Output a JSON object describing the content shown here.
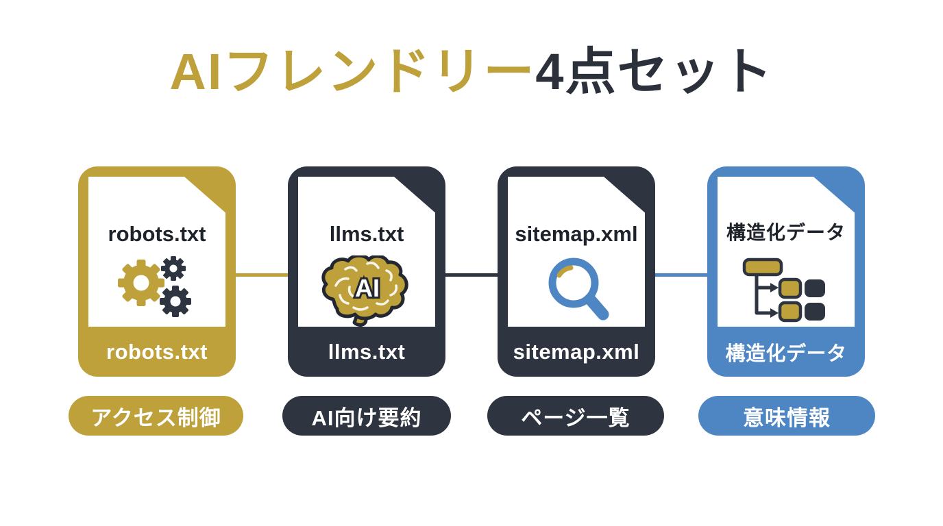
{
  "title": {
    "highlight": "AIフレンドリー",
    "rest": "4点セット"
  },
  "colors": {
    "gold": "#BEA13B",
    "dark": "#2F3540",
    "blue": "#4E86C4",
    "title_dark": "#2B303B",
    "header_text": "#1E232B",
    "label_text": "#FFFFFF",
    "background": "#FFFFFF"
  },
  "cards": [
    {
      "name": "robots-txt",
      "header": "robots.txt",
      "footer": "robots.txt",
      "theme": "gold",
      "icon": "gears-icon",
      "pill": {
        "label": "アクセス制御",
        "theme": "gold"
      }
    },
    {
      "name": "llms-txt",
      "header": "llms.txt",
      "footer": "llms.txt",
      "theme": "dark",
      "icon": "ai-brain-icon",
      "brain_label": "AI",
      "pill": {
        "label": "AI向け要約",
        "theme": "dark"
      }
    },
    {
      "name": "sitemap-xml",
      "header": "sitemap.xml",
      "footer": "sitemap.xml",
      "theme": "dark",
      "icon": "magnifier-icon",
      "pill": {
        "label": "ページ一覧",
        "theme": "dark"
      }
    },
    {
      "name": "structured-data",
      "header": "構造化データ",
      "footer": "構造化データ",
      "theme": "blue",
      "icon": "structured-data-icon",
      "pill": {
        "label": "意味情報",
        "theme": "blue"
      }
    }
  ],
  "connectors": [
    {
      "theme": "gold"
    },
    {
      "theme": "dark"
    },
    {
      "theme": "blue"
    }
  ]
}
